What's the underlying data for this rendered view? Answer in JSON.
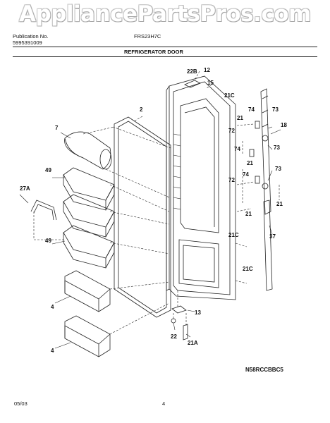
{
  "watermark": "AppliancePartsPros.com",
  "header": {
    "publication_label": "Publication No.",
    "publication_number": "5995391009",
    "model": "FRS23H7C",
    "section_title": "REFRIGERATOR DOOR"
  },
  "callouts": {
    "c12": "12",
    "c22B": "22B",
    "c15": "15",
    "c2": "2",
    "c21C_top": "21C",
    "c74_a": "74",
    "c73_a": "73",
    "c21_a": "21",
    "c18": "18",
    "c7": "7",
    "c72_a": "72",
    "c74_b": "74",
    "c73_b": "73",
    "c49_a": "49",
    "c21_b": "21",
    "c74_c": "74",
    "c73_c": "73",
    "c72_b": "72",
    "c27A": "27A",
    "c21_c": "21",
    "c21_d": "21",
    "c37": "37",
    "c49_b": "49",
    "c21C_mid": "21C",
    "c21C_low": "21C",
    "c4_a": "4",
    "c13": "13",
    "c22": "22",
    "c21A": "21A",
    "c4_b": "4"
  },
  "footer": {
    "diagram_code": "N58RCCBBC5",
    "date": "05/03",
    "page": "4"
  },
  "colors": {
    "line": "#222222",
    "watermark_outline": "#999999"
  }
}
